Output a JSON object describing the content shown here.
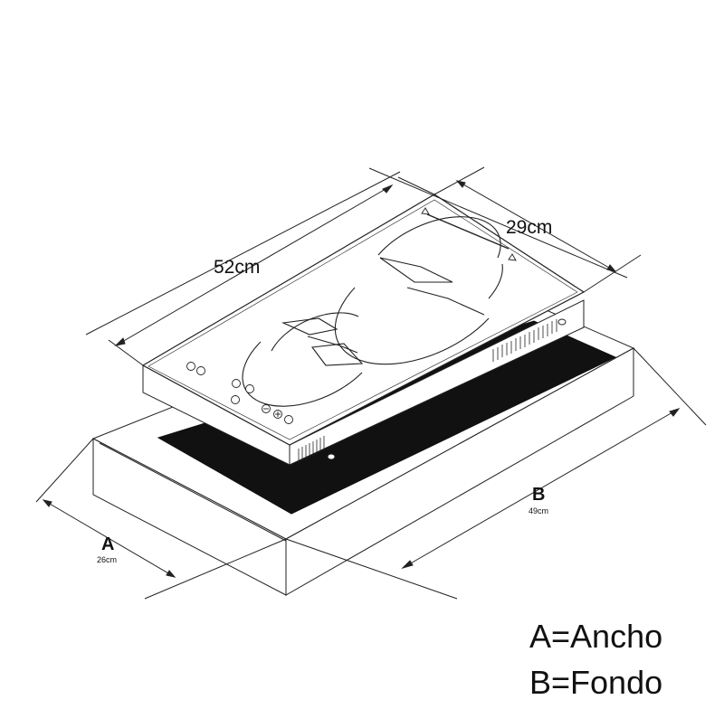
{
  "dimensions": {
    "length": "52cm",
    "depth": "29cm",
    "cutout_width_letter": "A",
    "cutout_width_value": "26cm",
    "cutout_depth_letter": "B",
    "cutout_depth_value": "49cm"
  },
  "legend": {
    "a": "A=Ancho",
    "b": "B=Fondo"
  },
  "colors": {
    "line": "#222222",
    "cutout_fill": "#111111",
    "background": "#ffffff"
  }
}
